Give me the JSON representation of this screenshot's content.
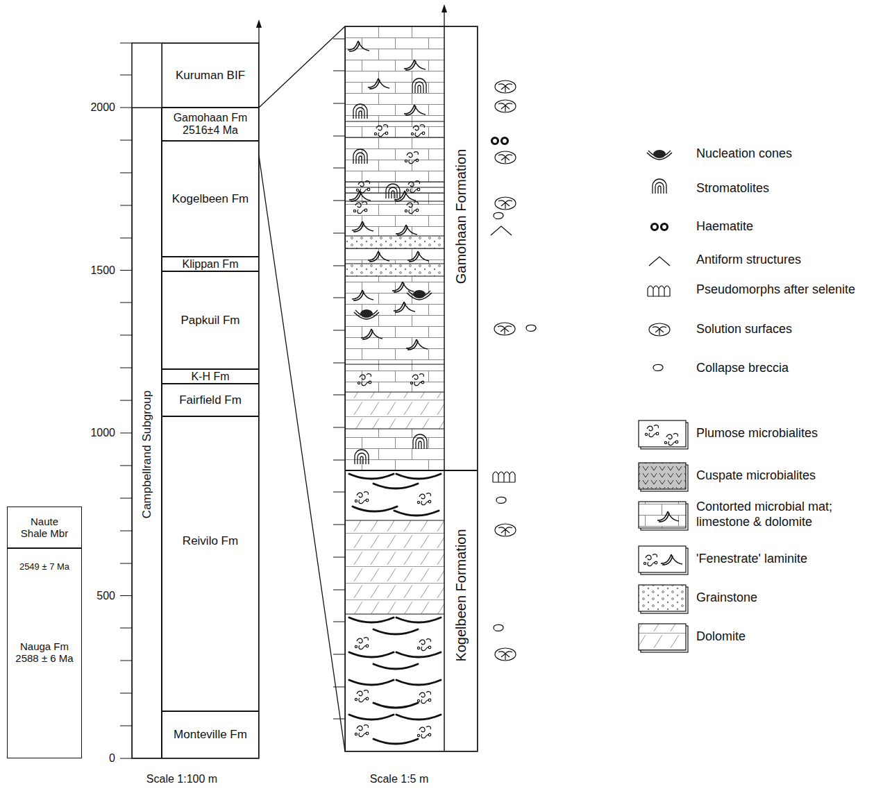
{
  "diagram": {
    "nodes": [
      {
        "text": [
          "Naute Shale Mbr"
        ]
      },
      {
        "text": [
          "2549 ± 7 Ma",
          "Nauga Fm 2588 ± 6 Ma"
        ]
      },
      {
        "text": [
          "Campbellrand Subgroup"
        ]
      },
      {
        "text": [
          "Kuruman BIF"
        ]
      },
      {
        "text": [
          "Gamohaan Fm 2516±4 Ma"
        ]
      },
      {
        "text": [
          "Kogelbeen Fm"
        ]
      },
      {
        "text": [
          "Klippan Fm"
        ]
      },
      {
        "text": [
          "Papkuil Fm"
        ]
      },
      {
        "text": [
          "K-H Fm"
        ]
      },
      {
        "text": [
          "Fairfield Fm"
        ]
      },
      {
        "text": [
          "Reivilo Fm"
        ]
      },
      {
        "text": [
          "Monteville Fm"
        ]
      },
      {
        "text": [
          "Gamohaan Formation"
        ]
      },
      {
        "text": [
          "Kogelbeen Formation"
        ]
      }
    ],
    "edges": [
      {
        "from": 4,
        "to": 12,
        "arrow": "none"
      },
      {
        "from": 5,
        "to": 13,
        "arrow": "none"
      }
    ],
    "labels": [
      "2000",
      "1500",
      "1000",
      "500",
      "0",
      "Scale 1:100 m",
      "Scale 1:5 m"
    ],
    "legend": [
      {
        "text": "Nucleation cones"
      },
      {
        "text": "Stromatolites"
      },
      {
        "text": "Haematite"
      },
      {
        "text": "Antiform structures"
      },
      {
        "text": "Pseudomorphs after selenite"
      },
      {
        "text": "Solution surfaces"
      },
      {
        "text": "Collapse breccia"
      },
      {
        "text": "Plumose microbialites"
      },
      {
        "text": "Cuspate microbialites"
      },
      {
        "text": "Contorted microbial mat; limestone & dolomite"
      },
      {
        "text": "'Fenestrate' laminite"
      },
      {
        "text": "Grainstone"
      },
      {
        "text": "Dolomite"
      }
    ]
  }
}
